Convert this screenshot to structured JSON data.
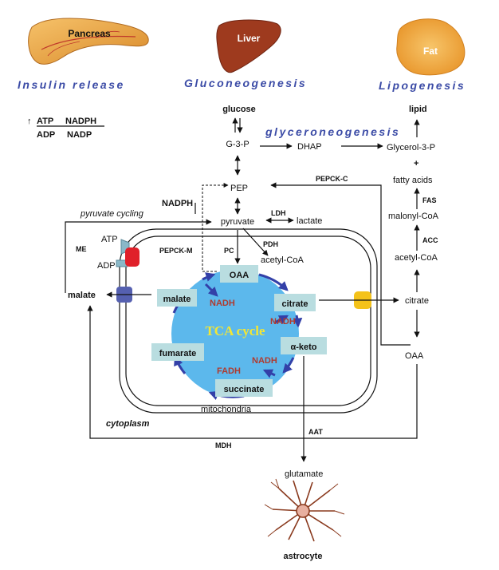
{
  "organs": {
    "pancreas": "Pancreas",
    "liver": "Liver",
    "fat": "Fat"
  },
  "processes": {
    "insulin": "Insulin release",
    "gluconeogenesis": "Gluconeogenesis",
    "lipogenesis": "Lipogenesis",
    "glyceroneogenesis": "glyceroneogenesis"
  },
  "ratio": {
    "arrow": "↑",
    "atp": "ATP",
    "nadph": "NADPH",
    "adp": "ADP",
    "nadp": "NADP"
  },
  "metabolites": {
    "glucose": "glucose",
    "g3p": "G-3-P",
    "dhap": "DHAP",
    "glycerol3p": "Glycerol-3-P",
    "plus": "+",
    "fatty_acids": "fatty acids",
    "lipid": "lipid",
    "pep": "PEP",
    "pyruvate": "pyruvate",
    "lactate": "lactate",
    "malonyl_coa": "malonyl-CoA",
    "acetyl_coa_cyto": "acetyl-CoA",
    "acetyl_coa_mito": "acetyl-CoA",
    "citrate_cyto": "citrate",
    "oaa_cyto": "OAA",
    "malate_cyto": "malate",
    "glutamate": "glutamate",
    "atp": "ATP",
    "adp": "ADP",
    "nadph": "NADPH"
  },
  "enzymes": {
    "pepck_c": "PEPCK-C",
    "pepck_m": "PEPCK-M",
    "ldh": "LDH",
    "pdh": "PDH",
    "pc": "PC",
    "fas": "FAS",
    "acc": "ACC",
    "me": "ME",
    "aat": "AAT",
    "mdh": "MDH"
  },
  "labels": {
    "pyruvate_cycling": "pyruvate cycling",
    "cytoplasm": "cytoplasm",
    "mitochondria": "mitochondria",
    "astrocyte": "astrocyte"
  },
  "tca": {
    "title": "TCA cycle",
    "oaa": "OAA",
    "citrate": "citrate",
    "alpha_keto": "α-keto",
    "succinate": "succinate",
    "fumarate": "fumarate",
    "malate": "malate",
    "nadh1": "NADH",
    "nadh2": "NADH",
    "nadh3": "NADH",
    "fadh": "FADH"
  },
  "colors": {
    "process_text": "#3b4ba6",
    "tca_fill": "#5cb8ec",
    "tca_arrows": "#3340a8",
    "tca_title": "#f3e634",
    "box_fill": "#b9dde0",
    "nadh_text": "#b03a2e",
    "liver": "#9e3a1e",
    "fat": "#f0a73a",
    "pancreas": "#e8a040",
    "carrier_red": "#e0202a",
    "carrier_blue": "#5560b0",
    "carrier_yellow": "#f4c21a"
  }
}
